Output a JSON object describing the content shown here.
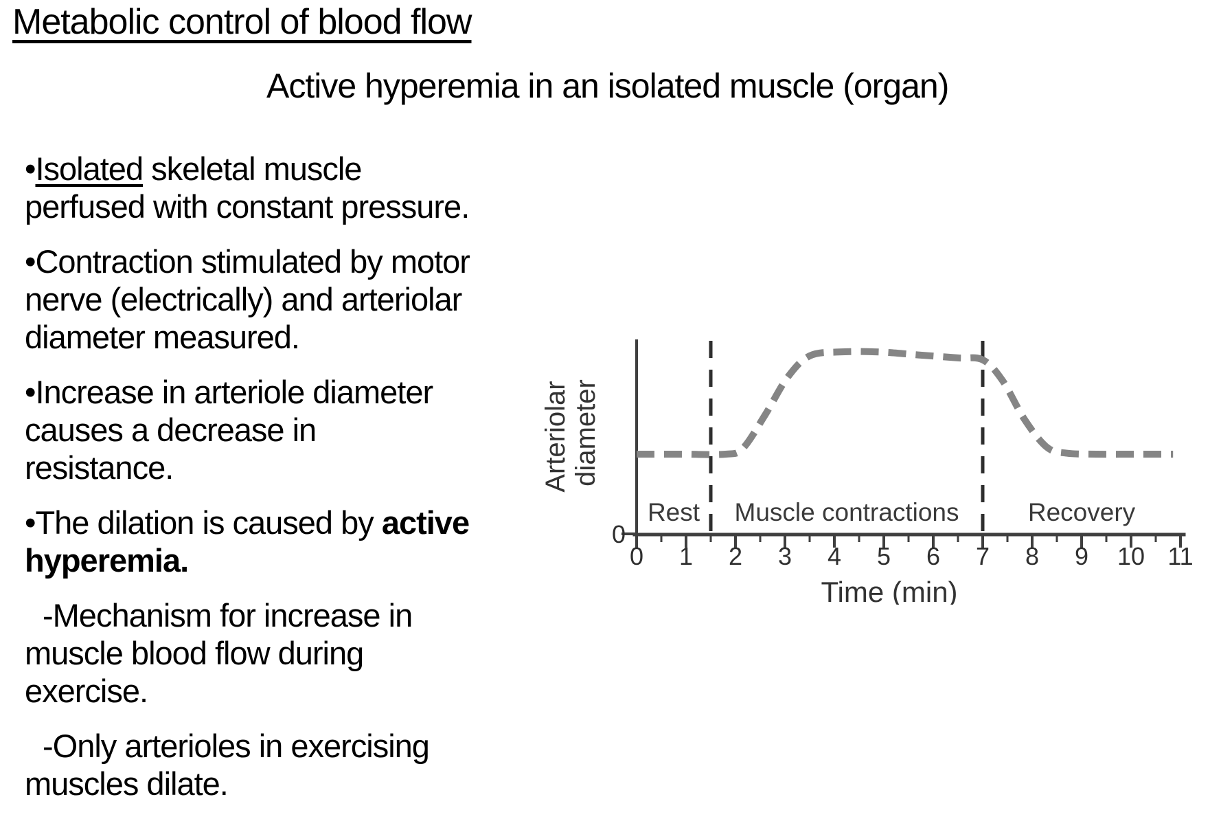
{
  "slide": {
    "title": "Metabolic control of blood flow",
    "subtitle": "Active hyperemia in an isolated muscle (organ)"
  },
  "bullets": [
    {
      "lines": [
        {
          "segs": [
            {
              "t": "•"
            },
            {
              "t": "Isolated",
              "u": true
            },
            {
              "t": " skeletal muscle"
            }
          ]
        },
        {
          "segs": [
            {
              "t": "perfused with constant pressure."
            }
          ]
        }
      ]
    },
    {
      "lines": [
        {
          "segs": [
            {
              "t": "•Contraction stimulated by motor"
            }
          ]
        },
        {
          "segs": [
            {
              "t": "nerve (electrically) and arteriolar"
            }
          ]
        },
        {
          "segs": [
            {
              "t": "diameter measured."
            }
          ]
        }
      ]
    },
    {
      "lines": [
        {
          "segs": [
            {
              "t": "•Increase in arteriole diameter"
            }
          ]
        },
        {
          "segs": [
            {
              "t": "causes a decrease in"
            }
          ]
        },
        {
          "segs": [
            {
              "t": "resistance."
            }
          ]
        }
      ]
    },
    {
      "lines": [
        {
          "segs": [
            {
              "t": "•The dilation is caused by "
            },
            {
              "t": "active",
              "b": true
            }
          ]
        },
        {
          "segs": [
            {
              "t": "hyperemia.",
              "b": true
            }
          ]
        }
      ]
    },
    {
      "lines": [
        {
          "indent": true,
          "segs": [
            {
              "t": "-Mechanism for increase in"
            }
          ]
        },
        {
          "segs": [
            {
              "t": "muscle blood flow during"
            }
          ]
        },
        {
          "segs": [
            {
              "t": "exercise."
            }
          ]
        }
      ]
    },
    {
      "lines": [
        {
          "indent": true,
          "segs": [
            {
              "t": "-Only arterioles in exercising"
            }
          ]
        },
        {
          "segs": [
            {
              "t": "muscles dilate."
            }
          ]
        }
      ]
    }
  ],
  "chart_data": {
    "type": "line",
    "title": "",
    "xlabel": "Time (min)",
    "ylabel": "Arteriolar diameter",
    "ylabel_lines": [
      "Arteriolar",
      "diameter"
    ],
    "origin_label": "0",
    "x_ticks": [
      0,
      1,
      2,
      3,
      4,
      5,
      6,
      7,
      8,
      9,
      10,
      11
    ],
    "xlim": [
      0,
      11
    ],
    "grid": false,
    "legend": "none",
    "y_units": "relative arteriolar diameter (1 = resting, 2 = dilated plateau)",
    "dashed_vlines_x": [
      1.5,
      7
    ],
    "phases": [
      {
        "label": "Rest",
        "from": 0,
        "to": 1.5
      },
      {
        "label": "Muscle contractions",
        "from": 1.5,
        "to": 7
      },
      {
        "label": "Recovery",
        "from": 7,
        "to": 11
      }
    ],
    "series": [
      {
        "name": "Arteriolar diameter",
        "line_style": "dashed",
        "color": "#858585",
        "points": [
          [
            0,
            1.0
          ],
          [
            0.9,
            1.0
          ],
          [
            1.8,
            1.0
          ],
          [
            2.15,
            1.06
          ],
          [
            2.6,
            1.4
          ],
          [
            3.05,
            1.78
          ],
          [
            3.5,
            2.0
          ],
          [
            4.1,
            2.04
          ],
          [
            4.9,
            2.04
          ],
          [
            5.7,
            2.01
          ],
          [
            6.5,
            1.98
          ],
          [
            7.0,
            1.96
          ],
          [
            7.4,
            1.75
          ],
          [
            7.85,
            1.35
          ],
          [
            8.3,
            1.07
          ],
          [
            8.7,
            1.01
          ],
          [
            9.3,
            1.0
          ],
          [
            10.1,
            1.0
          ],
          [
            10.85,
            1.0
          ]
        ]
      }
    ]
  },
  "colors": {
    "background": "#ffffff",
    "text": "#000000",
    "curve": "#858585",
    "axis": "#3f3f3f",
    "divider": "#2e2e2e",
    "chart_text": "#3a3a3a"
  }
}
